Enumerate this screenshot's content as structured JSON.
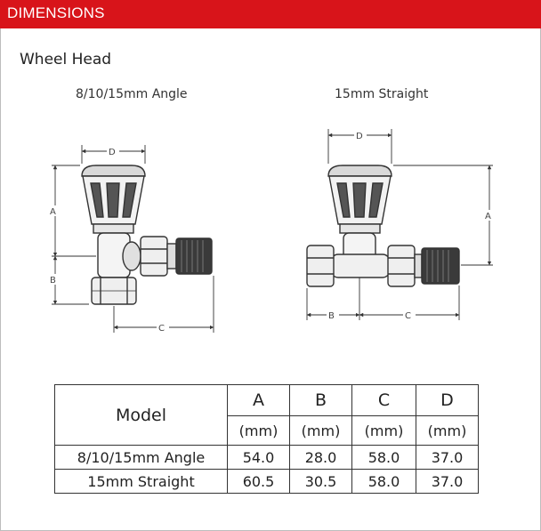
{
  "header": {
    "title": "DIMENSIONS"
  },
  "section": {
    "title": "Wheel Head"
  },
  "diagrams": {
    "angle": {
      "label": "8/10/15mm Angle",
      "dims": {
        "a": "A",
        "b": "B",
        "c": "C",
        "d": "D"
      }
    },
    "straight": {
      "label": "15mm Straight",
      "dims": {
        "a": "A",
        "b": "B",
        "c": "C",
        "d": "D"
      }
    }
  },
  "colors": {
    "header_red": "#d8141a",
    "line": "#333333"
  },
  "table": {
    "model_header": "Model",
    "columns": [
      {
        "letter": "A",
        "unit": "(mm)"
      },
      {
        "letter": "B",
        "unit": "(mm)"
      },
      {
        "letter": "C",
        "unit": "(mm)"
      },
      {
        "letter": "D",
        "unit": "(mm)"
      }
    ],
    "rows": [
      {
        "model": "8/10/15mm Angle",
        "values": [
          "54.0",
          "28.0",
          "58.0",
          "37.0"
        ]
      },
      {
        "model": "15mm Straight",
        "values": [
          "60.5",
          "30.5",
          "58.0",
          "37.0"
        ]
      }
    ]
  }
}
